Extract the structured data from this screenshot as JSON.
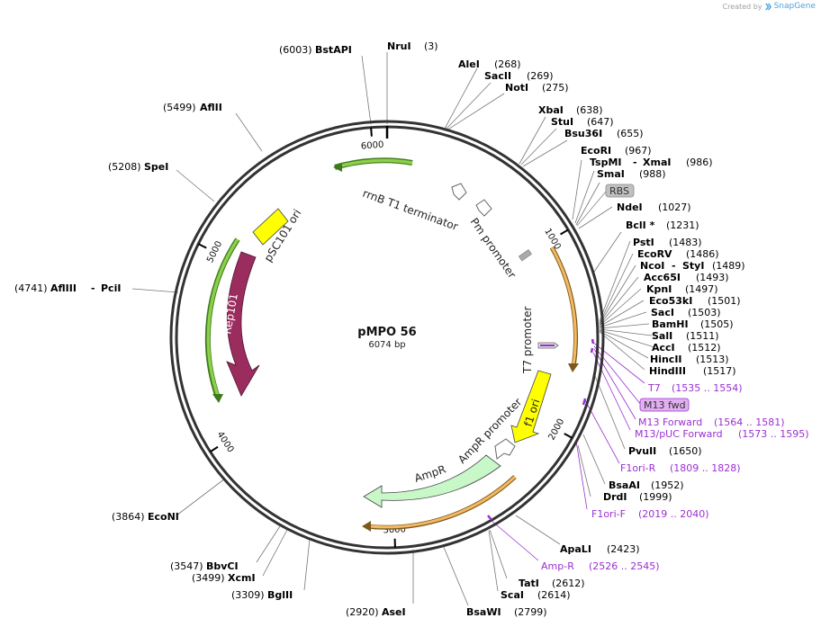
{
  "plasmid": {
    "name": "pMPO 56",
    "size_label": "6074 bp",
    "length": 6074
  },
  "credit": {
    "prefix": "Created by",
    "brand": "SnapGene"
  },
  "colors": {
    "backbone": "#333333",
    "terminator": "#8ccf4a",
    "promoter_outline": "#ffffff",
    "ori": "#ffff00",
    "rep101": "#9b2c5e",
    "ampr": "#c8f7c8",
    "orange_feature": "#f4b860",
    "enzyme_line": "#888888",
    "primer": "#9b30d0",
    "rbs": "#c0c0c0"
  },
  "ticks": [
    {
      "bp": 1000,
      "label": "1000"
    },
    {
      "bp": 2000,
      "label": "2000"
    },
    {
      "bp": 3000,
      "label": "3000"
    },
    {
      "bp": 4000,
      "label": "4000"
    },
    {
      "bp": 5000,
      "label": "5000"
    },
    {
      "bp": 6000,
      "label": "6000"
    }
  ],
  "features": [
    {
      "name": "rrnB T1 terminator",
      "label": "rrnB T1 terminator",
      "type": "terminator-arc",
      "start": 5790,
      "end": 6420
    },
    {
      "name": "Pm promoter",
      "label": "Pm promoter",
      "type": "promoter-arrow"
    },
    {
      "name": "orange-1",
      "label": "",
      "type": "orange-arc",
      "start": 1070,
      "end": 1780
    },
    {
      "name": "T7 promoter",
      "label": "T7 promoter",
      "type": "small"
    },
    {
      "name": "f1 ori",
      "label": "f1 ori",
      "type": "yellow-arrow"
    },
    {
      "name": "AmpR promoter",
      "label": "AmpR promoter",
      "type": "promoter-arrow"
    },
    {
      "name": "AmpR",
      "label": "AmpR",
      "type": "ampr-arrow"
    },
    {
      "name": "orange-2",
      "label": "",
      "type": "orange-arc",
      "start": 2610,
      "end": 3330
    },
    {
      "name": "Rep101",
      "label": "Rep101",
      "type": "rep-arrow"
    },
    {
      "name": "pSC101 ori",
      "label": "pSC101 ori",
      "type": "yellow-box"
    },
    {
      "name": "green-left",
      "label": "",
      "type": "terminator-arc",
      "start": 4380,
      "end": 5140
    }
  ],
  "enzymes_right": [
    {
      "name": "NruI",
      "pos": "(3)"
    },
    {
      "name": "AleI",
      "pos": "(268)"
    },
    {
      "name": "SacII",
      "pos": "(269)"
    },
    {
      "name": "NotI",
      "pos": "(275)"
    },
    {
      "name": "XbaI",
      "pos": "(638)"
    },
    {
      "name": "StuI",
      "pos": "(647)"
    },
    {
      "name": "Bsu36I",
      "pos": "(655)"
    },
    {
      "name": "EcoRI",
      "pos": "(967)"
    },
    {
      "name": "TspMI",
      "pos": "(986)",
      "pair": "XmaI"
    },
    {
      "name": "SmaI",
      "pos": "(988)"
    },
    {
      "name": "NdeI",
      "pos": "(1027)"
    },
    {
      "name": "BclI *",
      "pos": "(1231)"
    },
    {
      "name": "PstI",
      "pos": "(1483)"
    },
    {
      "name": "EcoRV",
      "pos": "(1486)"
    },
    {
      "name": "NcoI",
      "pos": "(1489)",
      "pair": "StyI"
    },
    {
      "name": "Acc65I",
      "pos": "(1493)"
    },
    {
      "name": "KpnI",
      "pos": "(1497)"
    },
    {
      "name": "Eco53kI",
      "pos": "(1501)"
    },
    {
      "name": "SacI",
      "pos": "(1503)"
    },
    {
      "name": "BamHI",
      "pos": "(1505)"
    },
    {
      "name": "SalI",
      "pos": "(1511)"
    },
    {
      "name": "AccI",
      "pos": "(1512)"
    },
    {
      "name": "HincII",
      "pos": "(1513)"
    },
    {
      "name": "HindIII",
      "pos": "(1517)"
    },
    {
      "name": "PvuII",
      "pos": "(1650)"
    },
    {
      "name": "BsaAI",
      "pos": "(1952)"
    },
    {
      "name": "DrdI",
      "pos": "(1999)"
    },
    {
      "name": "ApaLI",
      "pos": "(2423)"
    },
    {
      "name": "TatI",
      "pos": "(2612)"
    },
    {
      "name": "ScaI",
      "pos": "(2614)"
    },
    {
      "name": "BsaWI",
      "pos": "(2799)"
    }
  ],
  "enzymes_left": [
    {
      "name": "BstAPI",
      "pos": "(6003)"
    },
    {
      "name": "AflII",
      "pos": "(5499)"
    },
    {
      "name": "SpeI",
      "pos": "(5208)"
    },
    {
      "name": "AflIII",
      "pos": "(4741)",
      "pair": "PciI"
    },
    {
      "name": "EcoNI",
      "pos": "(3864)"
    },
    {
      "name": "BbvCI",
      "pos": "(3547)"
    },
    {
      "name": "XcmI",
      "pos": "(3499)"
    },
    {
      "name": "BglII",
      "pos": "(3309)"
    },
    {
      "name": "AseI",
      "pos": "(2920)"
    }
  ],
  "primers": [
    {
      "name": "T7",
      "pos": "(1535 .. 1554)"
    },
    {
      "name": "M13 fwd",
      "pos": ""
    },
    {
      "name": "M13 Forward",
      "pos": "(1564 .. 1581)"
    },
    {
      "name": "M13/pUC Forward",
      "pos": "(1573 .. 1595)"
    },
    {
      "name": "F1ori-R",
      "pos": "(1809 .. 1828)"
    },
    {
      "name": "F1ori-F",
      "pos": "(2019 .. 2040)"
    },
    {
      "name": "Amp-R",
      "pos": "(2526 .. 2545)"
    }
  ],
  "boxed_labels": {
    "rbs": "RBS",
    "m13fwd": "M13 fwd"
  }
}
